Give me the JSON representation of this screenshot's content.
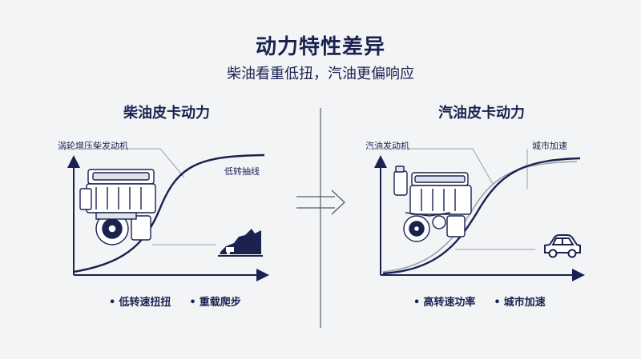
{
  "header": {
    "title": "动力特性差异",
    "subtitle": "柴油看重低扭，汽油更偏响应"
  },
  "diesel": {
    "title": "柴油皮卡动力",
    "engine_label": "涡轮增压柴发动机",
    "curve_label": "低转抽线",
    "bullet_1": "低转速扭扭",
    "bullet_2": "重载爬步",
    "engine_icon": "diesel-engine-icon",
    "terrain_icon": "hill-climb-icon"
  },
  "gasoline": {
    "title": "汽油皮卡动力",
    "engine_label": "汽油发动机",
    "curve_label": "城市加速",
    "bullet_1": "高转速功率",
    "bullet_2": "城市加速",
    "engine_icon": "gasoline-engine-icon",
    "vehicle_icon": "car-icon"
  },
  "center": {
    "arrow_icon": "right-arrow-icon"
  },
  "colors": {
    "navy": "#1a2250",
    "background": "#f3f4f6",
    "guide_line": "#9aa0ab"
  }
}
